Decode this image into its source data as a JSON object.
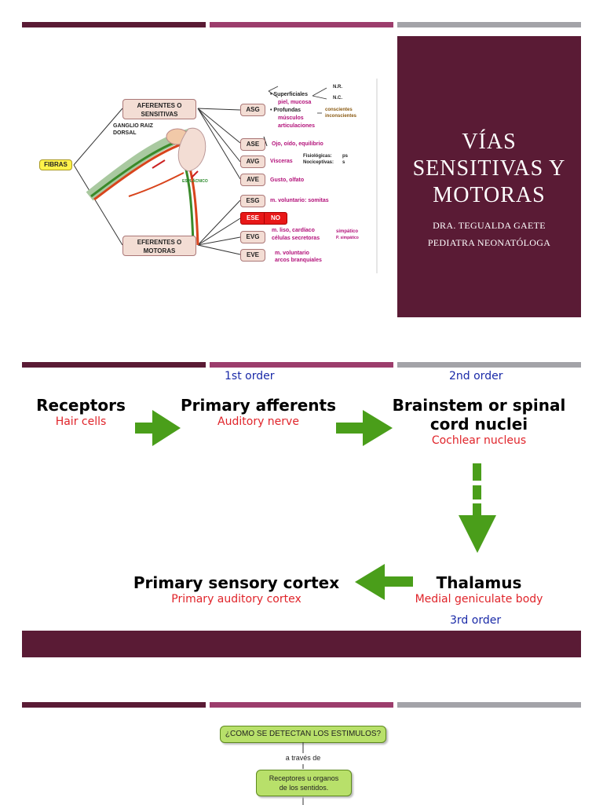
{
  "slide1": {
    "title": "VÍAS SENSITIVAS Y MOTORAS",
    "author": "DRA. TEGUALDA GAETE",
    "role": "PEDIATRA NEONATÓLOGA",
    "diagram": {
      "fibras": "FIBRAS",
      "afferent_box": "AFERENTES O SENSITIVAS",
      "efferent_box": "EFERENTES O MOTORAS",
      "ganglio": "GANGLIO RAIZ DORSAL",
      "esplacnico": "ESPLÁCNICO",
      "codes": {
        "asg": "ASG",
        "ase": "ASE",
        "avg": "AVG",
        "ave": "AVE",
        "esg": "ESG",
        "ese": "ESE",
        "evg": "EVG",
        "eve": "EVE"
      },
      "asg_superficiales": "• Superficiales",
      "asg_piel": "piel, mucosa",
      "asg_profundas": "• Profundas",
      "asg_musculos": "músculos",
      "asg_articulaciones": "articulaciones",
      "nr": "N.R.",
      "nc": "N.C.",
      "conscientes": "conscientes",
      "inconscientes": "inconscientes",
      "ase_desc": "Ojo, oído, equilibrio",
      "avg_visceras": "Visceras",
      "avg_fisiologicas": "Fisiológicas:",
      "avg_nociceptivas": "Nociceptivas:",
      "ps": "ps",
      "s": "s",
      "ave_desc": "Gusto, olfato",
      "esg_desc": "m. voluntario: somitas",
      "ese_no": "NO",
      "evg_desc1": "m. liso, cardíaco",
      "evg_desc2": "células secretoras",
      "simpatico": "simpático",
      "psimpatico": "P. simpático",
      "eve_desc1": "m. voluntario",
      "eve_desc2": "arcos branquiales"
    }
  },
  "slide2": {
    "order1": "1st order",
    "order2": "2nd order",
    "order3": "3rd order",
    "receptors": {
      "title": "Receptors",
      "sub": "Hair cells"
    },
    "primary_afferents": {
      "title": "Primary afferents",
      "sub": "Auditory nerve"
    },
    "brainstem": {
      "title1": "Brainstem or spinal",
      "title2": "cord nuclei",
      "sub": "Cochlear nucleus"
    },
    "thalamus": {
      "title": "Thalamus",
      "sub": "Medial geniculate body"
    },
    "cortex": {
      "title": "Primary sensory cortex",
      "sub": "Primary auditory cortex"
    }
  },
  "slide3": {
    "question": "¿COMO SE DETECTAN LOS ESTIMULOS?",
    "connector": "a través de",
    "receptores1": "Receptores u organos",
    "receptores2": "de los sentidos."
  },
  "colors": {
    "maroon": "#5a1b35",
    "plum": "#9c3d6c",
    "gray": "#a3a3a8",
    "green_arrow": "#4a9e1a",
    "red_text": "#e0242a",
    "blue_text": "#1a2aa8"
  }
}
